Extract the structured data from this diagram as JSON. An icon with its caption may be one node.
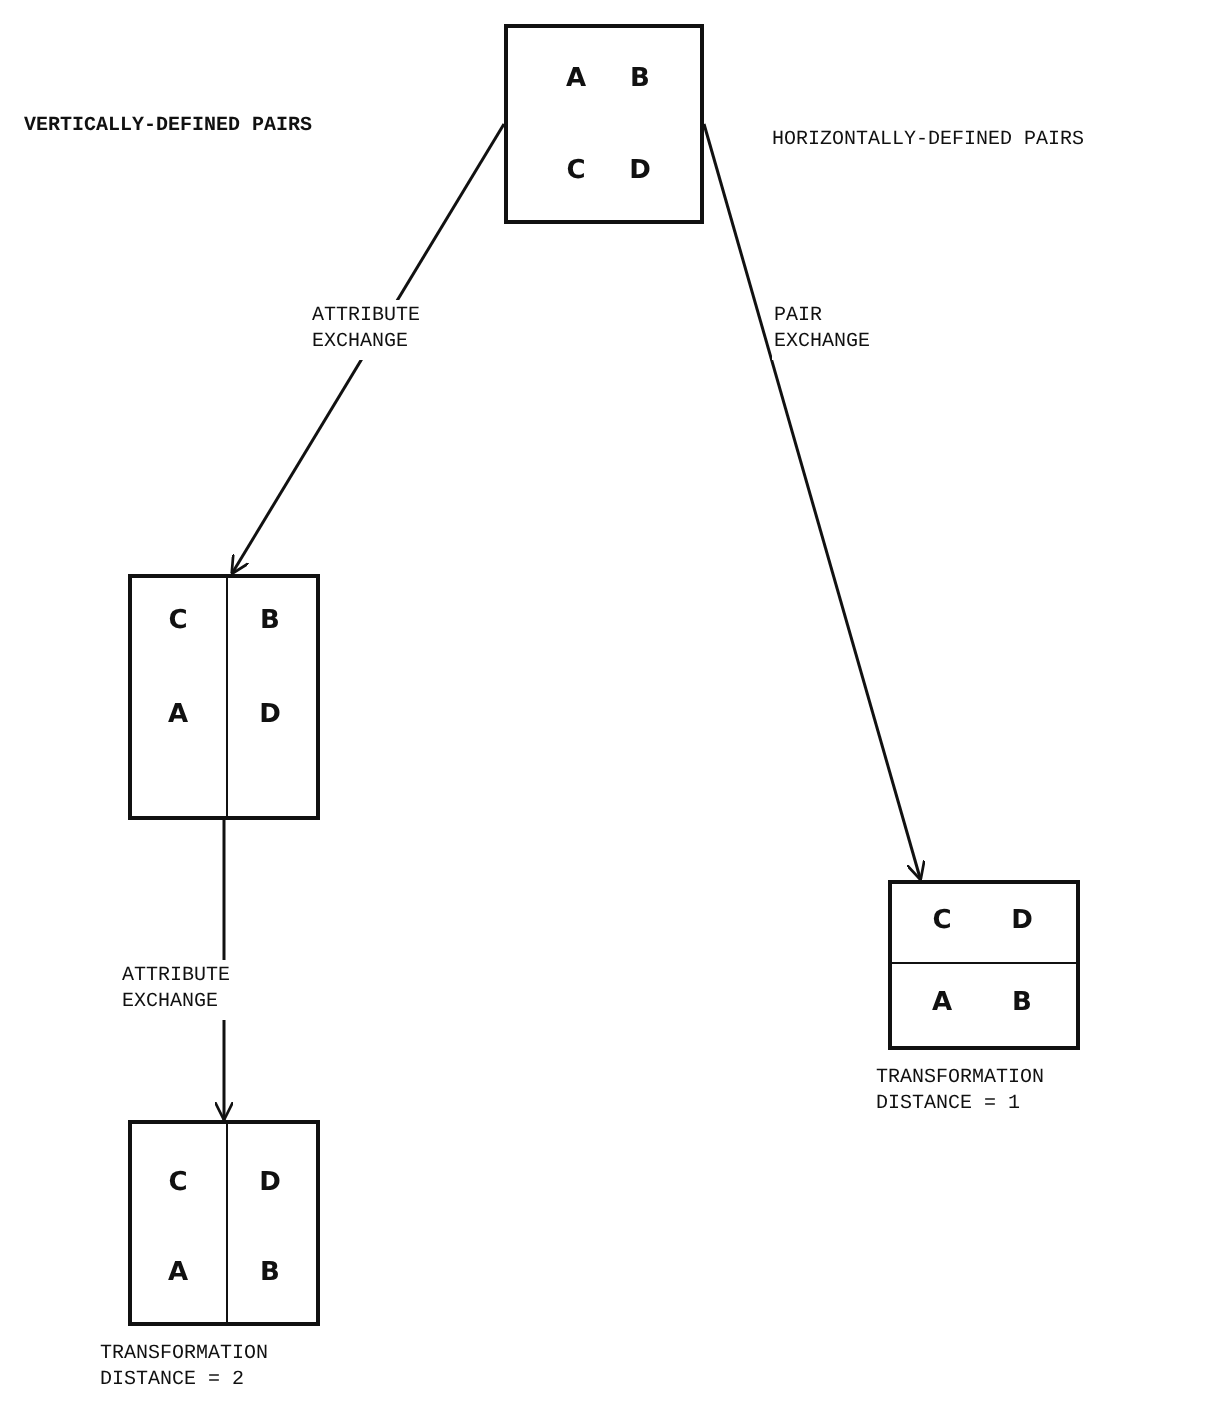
{
  "diagram": {
    "nodes": [
      {
        "text": [
          "A",
          "B",
          "C",
          "D"
        ]
      },
      {
        "text": [],
        "shape": "box"
      },
      {
        "text": [
          "C",
          "A"
        ],
        "in": 1
      },
      {
        "text": [
          "B",
          "D"
        ],
        "in": 1
      },
      {
        "text": [],
        "shape": "box",
        "beside": [
          "TRANSFORMATION DISTANCE = 1"
        ]
      },
      {
        "text": [
          "C",
          "D"
        ],
        "in": 4
      },
      {
        "text": [
          "A",
          "B"
        ],
        "in": 4
      },
      {
        "text": [],
        "shape": "box",
        "beside": [
          "TRANSFORMATION DISTANCE = 2"
        ]
      },
      {
        "text": [
          "C",
          "A"
        ],
        "in": 7
      },
      {
        "text": [
          "D",
          "B"
        ],
        "in": 7
      }
    ],
    "edges": [
      {
        "from": 0,
        "to": 1,
        "arrow": "to",
        "label": "ATTRIBUTE EXCHANGE"
      },
      {
        "from": 0,
        "to": 4,
        "arrow": "to",
        "label": "PAIR EXCHANGE"
      },
      {
        "from": 1,
        "to": 7,
        "arrow": "to",
        "label": "ATTRIBUTE EXCHANGE"
      }
    ],
    "labels": [
      "VERTICALLY-DEFINED PAIRS",
      "HORIZONTALLY-DEFINED PAIRS"
    ]
  }
}
